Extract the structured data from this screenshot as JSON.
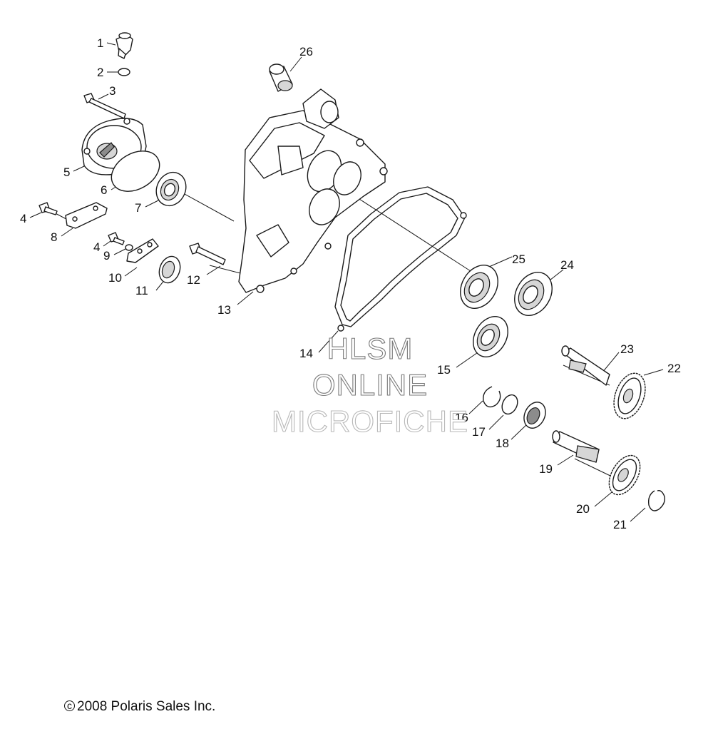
{
  "callouts": [
    "1",
    "2",
    "3",
    "4",
    "5",
    "6",
    "7",
    "8",
    "4",
    "9",
    "10",
    "11",
    "12",
    "13",
    "14",
    "15",
    "16",
    "17",
    "18",
    "19",
    "20",
    "21",
    "22",
    "23",
    "24",
    "25",
    "26"
  ],
  "watermark": {
    "line1": "HLSM",
    "line2": "ONLINE",
    "line3": "MICROFICHE"
  },
  "copyright": "2008 Polaris Sales Inc.",
  "copyright_symbol": "c"
}
